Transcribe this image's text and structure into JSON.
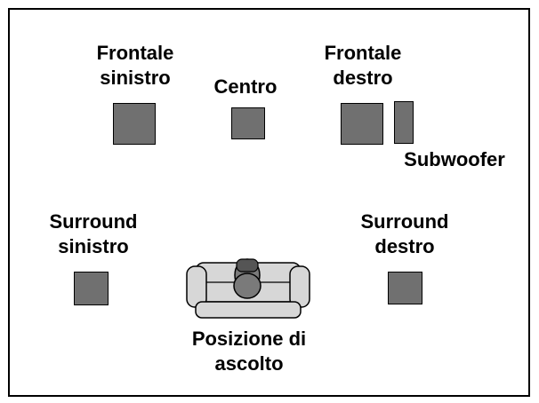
{
  "colors": {
    "speaker_fill": "#707070",
    "couch_fill": "#d7d7d7",
    "person_fill": "#7a7a7a",
    "outline": "#000000"
  },
  "labels": {
    "front_left": "Frontale\nsinistro",
    "center": "Centro",
    "front_right": "Frontale\ndestro",
    "subwoofer": "Subwoofer",
    "surround_left": "Surround\nsinistro",
    "surround_right": "Surround\ndestro",
    "listening_position": "Posizione di\nascolto"
  },
  "icons": {
    "speaker": "speaker-icon",
    "subwoofer": "subwoofer-icon",
    "couch": "couch-icon",
    "listener": "listener-icon"
  }
}
